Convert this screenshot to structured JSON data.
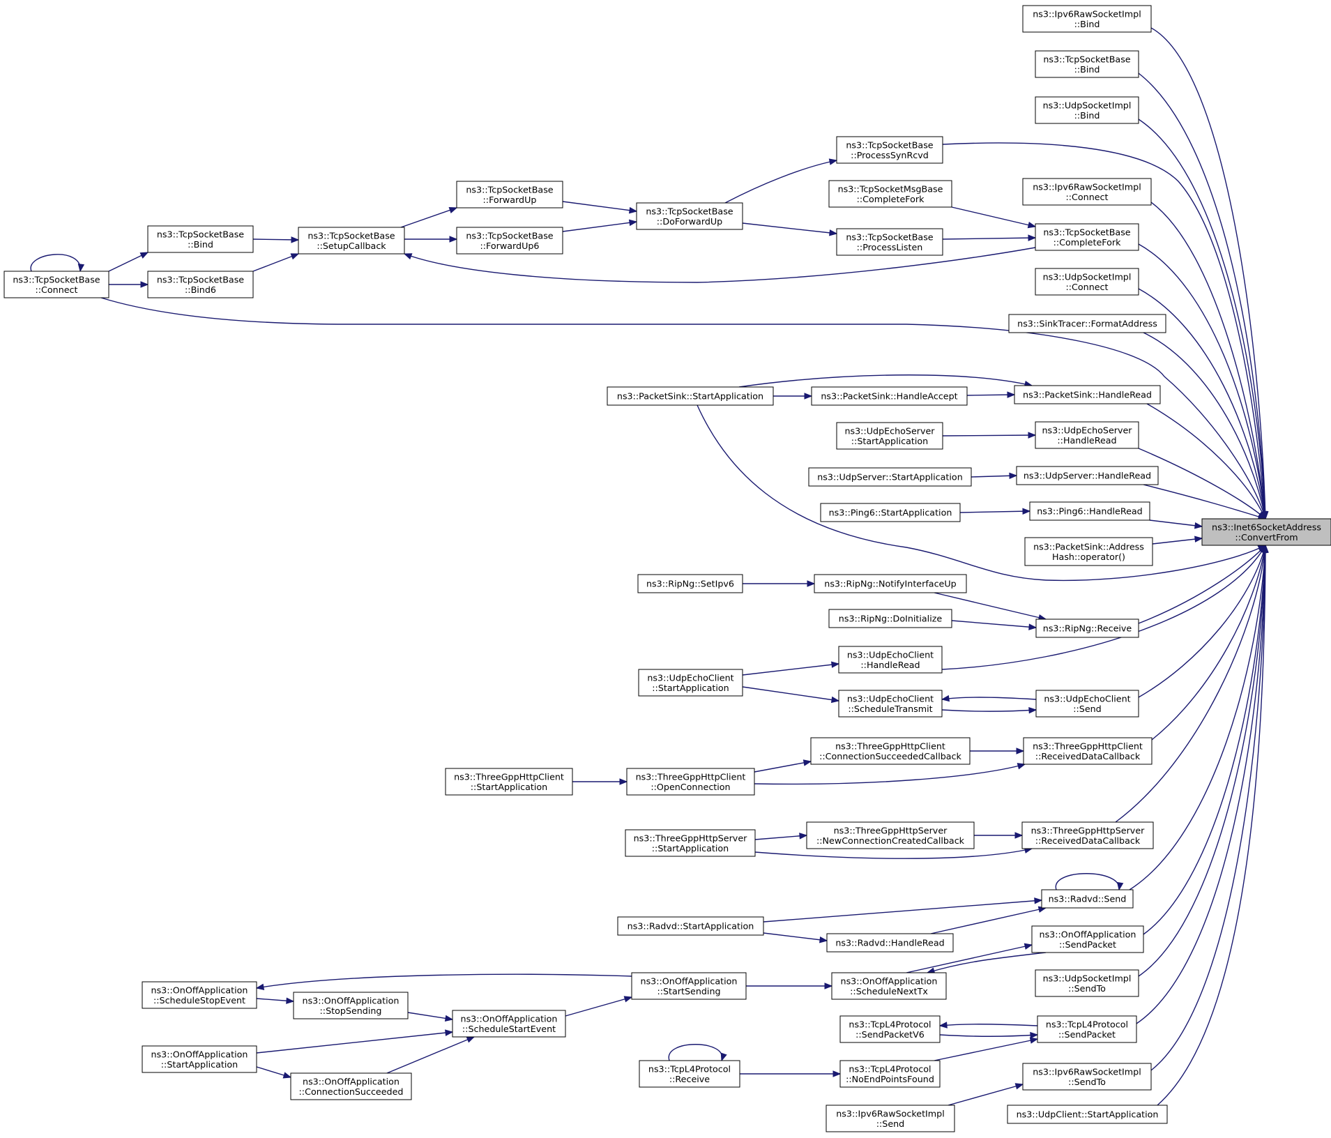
{
  "graph": {
    "title": "",
    "focus_node": "ns3::Inet6SocketAddress::ConvertFrom",
    "colors": {
      "edge": "#191970",
      "focus_fill": "#bfbfbf",
      "node_fill": "#ffffff",
      "node_border": "#000000"
    },
    "nodes": [
      {
        "id": "CF",
        "lines": [
          "ns3::Inet6SocketAddress",
          "::ConvertFrom"
        ],
        "highlight": true
      },
      {
        "id": "RawBind",
        "lines": [
          "ns3::Ipv6RawSocketImpl",
          "::Bind"
        ]
      },
      {
        "id": "TcpBind",
        "lines": [
          "ns3::TcpSocketBase",
          "::Bind"
        ]
      },
      {
        "id": "UdpBind",
        "lines": [
          "ns3::UdpSocketImpl",
          "::Bind"
        ]
      },
      {
        "id": "PSR",
        "lines": [
          "ns3::TcpSocketBase",
          "::ProcessSynRcvd"
        ]
      },
      {
        "id": "MsgCF",
        "lines": [
          "ns3::TcpSocketMsgBase",
          "::CompleteFork"
        ]
      },
      {
        "id": "RawConn",
        "lines": [
          "ns3::Ipv6RawSocketImpl",
          "::Connect"
        ]
      },
      {
        "id": "TcpCF",
        "lines": [
          "ns3::TcpSocketBase",
          "::CompleteFork"
        ]
      },
      {
        "id": "PL",
        "lines": [
          "ns3::TcpSocketBase",
          "::ProcessListen"
        ]
      },
      {
        "id": "FU",
        "lines": [
          "ns3::TcpSocketBase",
          "::ForwardUp"
        ]
      },
      {
        "id": "FU6",
        "lines": [
          "ns3::TcpSocketBase",
          "::ForwardUp6"
        ]
      },
      {
        "id": "DFU",
        "lines": [
          "ns3::TcpSocketBase",
          "::DoForwardUp"
        ]
      },
      {
        "id": "SCB",
        "lines": [
          "ns3::TcpSocketBase",
          "::SetupCallback"
        ]
      },
      {
        "id": "LBind",
        "lines": [
          "ns3::TcpSocketBase",
          "::Bind"
        ]
      },
      {
        "id": "LBind6",
        "lines": [
          "ns3::TcpSocketBase",
          "::Bind6"
        ]
      },
      {
        "id": "TcpConn",
        "lines": [
          "ns3::TcpSocketBase",
          "::Connect"
        ]
      },
      {
        "id": "UdpConn",
        "lines": [
          "ns3::UdpSocketImpl",
          "::Connect"
        ]
      },
      {
        "id": "SinkFmt",
        "lines": [
          "ns3::SinkTracer::FormatAddress"
        ]
      },
      {
        "id": "PSStart",
        "lines": [
          "ns3::PacketSink::StartApplication"
        ]
      },
      {
        "id": "PSAccept",
        "lines": [
          "ns3::PacketSink::HandleAccept"
        ]
      },
      {
        "id": "PSRead",
        "lines": [
          "ns3::PacketSink::HandleRead"
        ]
      },
      {
        "id": "UESStart",
        "lines": [
          "ns3::UdpEchoServer",
          "::StartApplication"
        ]
      },
      {
        "id": "UESRead",
        "lines": [
          "ns3::UdpEchoServer",
          "::HandleRead"
        ]
      },
      {
        "id": "USStart",
        "lines": [
          "ns3::UdpServer::StartApplication"
        ]
      },
      {
        "id": "USRead",
        "lines": [
          "ns3::UdpServer::HandleRead"
        ]
      },
      {
        "id": "P6Start",
        "lines": [
          "ns3::Ping6::StartApplication"
        ]
      },
      {
        "id": "P6Read",
        "lines": [
          "ns3::Ping6::HandleRead"
        ]
      },
      {
        "id": "PSHash",
        "lines": [
          "ns3::PacketSink::Address",
          "Hash::operator()"
        ]
      },
      {
        "id": "RipSet",
        "lines": [
          "ns3::RipNg::SetIpv6"
        ]
      },
      {
        "id": "RipNotify",
        "lines": [
          "ns3::RipNg::NotifyInterfaceUp"
        ]
      },
      {
        "id": "RipInit",
        "lines": [
          "ns3::RipNg::DoInitialize"
        ]
      },
      {
        "id": "RipRecv",
        "lines": [
          "ns3::RipNg::Receive"
        ]
      },
      {
        "id": "UECStart",
        "lines": [
          "ns3::UdpEchoClient",
          "::StartApplication"
        ]
      },
      {
        "id": "UECRead",
        "lines": [
          "ns3::UdpEchoClient",
          "::HandleRead"
        ]
      },
      {
        "id": "UECSched",
        "lines": [
          "ns3::UdpEchoClient",
          "::ScheduleTransmit"
        ]
      },
      {
        "id": "UECSend",
        "lines": [
          "ns3::UdpEchoClient",
          "::Send"
        ]
      },
      {
        "id": "HCConnSucc",
        "lines": [
          "ns3::ThreeGppHttpClient",
          "::ConnectionSucceededCallback"
        ]
      },
      {
        "id": "HCRecv",
        "lines": [
          "ns3::ThreeGppHttpClient",
          "::ReceivedDataCallback"
        ]
      },
      {
        "id": "HCStart",
        "lines": [
          "ns3::ThreeGppHttpClient",
          "::StartApplication"
        ]
      },
      {
        "id": "HCOpen",
        "lines": [
          "ns3::ThreeGppHttpClient",
          "::OpenConnection"
        ]
      },
      {
        "id": "HSStart",
        "lines": [
          "ns3::ThreeGppHttpServer",
          "::StartApplication"
        ]
      },
      {
        "id": "HSNew",
        "lines": [
          "ns3::ThreeGppHttpServer",
          "::NewConnectionCreatedCallback"
        ]
      },
      {
        "id": "HSRecv",
        "lines": [
          "ns3::ThreeGppHttpServer",
          "::ReceivedDataCallback"
        ]
      },
      {
        "id": "RadSend",
        "lines": [
          "ns3::Radvd::Send"
        ]
      },
      {
        "id": "RadStart",
        "lines": [
          "ns3::Radvd::StartApplication"
        ]
      },
      {
        "id": "RadRead",
        "lines": [
          "ns3::Radvd::HandleRead"
        ]
      },
      {
        "id": "OOSendPkt",
        "lines": [
          "ns3::OnOffApplication",
          "::SendPacket"
        ]
      },
      {
        "id": "OONextTx",
        "lines": [
          "ns3::OnOffApplication",
          "::ScheduleNextTx"
        ]
      },
      {
        "id": "OOStartSend",
        "lines": [
          "ns3::OnOffApplication",
          "::StartSending"
        ]
      },
      {
        "id": "OOStopEvt",
        "lines": [
          "ns3::OnOffApplication",
          "::ScheduleStopEvent"
        ]
      },
      {
        "id": "OOStopSend",
        "lines": [
          "ns3::OnOffApplication",
          "::StopSending"
        ]
      },
      {
        "id": "OOStartEvt",
        "lines": [
          "ns3::OnOffApplication",
          "::ScheduleStartEvent"
        ]
      },
      {
        "id": "OOStartApp",
        "lines": [
          "ns3::OnOffApplication",
          "::StartApplication"
        ]
      },
      {
        "id": "OOConnSucc",
        "lines": [
          "ns3::OnOffApplication",
          "::ConnectionSucceeded"
        ]
      },
      {
        "id": "UdpSendTo",
        "lines": [
          "ns3::UdpSocketImpl",
          "::SendTo"
        ]
      },
      {
        "id": "L4SendV6",
        "lines": [
          "ns3::TcpL4Protocol",
          "::SendPacketV6"
        ]
      },
      {
        "id": "L4SendPkt",
        "lines": [
          "ns3::TcpL4Protocol",
          "::SendPacket"
        ]
      },
      {
        "id": "L4Recv",
        "lines": [
          "ns3::TcpL4Protocol",
          "::Receive"
        ]
      },
      {
        "id": "L4NoEnd",
        "lines": [
          "ns3::TcpL4Protocol",
          "::NoEndPointsFound"
        ]
      },
      {
        "id": "RawSendTo",
        "lines": [
          "ns3::Ipv6RawSocketImpl",
          "::SendTo"
        ]
      },
      {
        "id": "RawSend",
        "lines": [
          "ns3::Ipv6RawSocketImpl",
          "::Send"
        ]
      },
      {
        "id": "UCStart",
        "lines": [
          "ns3::UdpClient::StartApplication"
        ]
      }
    ]
  }
}
